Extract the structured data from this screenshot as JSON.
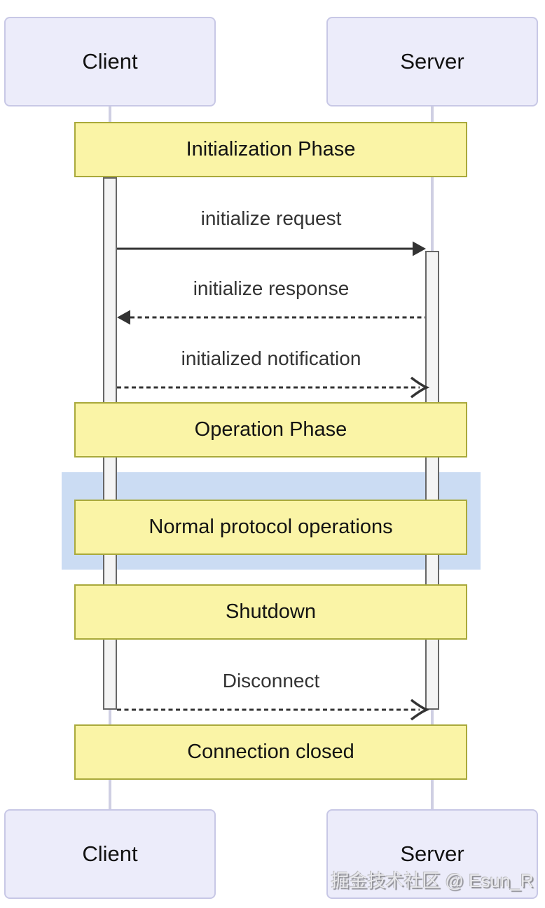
{
  "diagram": {
    "title_semantic": "MCP Client-Server lifecycle sequence diagram",
    "actors": {
      "client": "Client",
      "server": "Server"
    },
    "phases": [
      {
        "label": "Initialization Phase"
      },
      {
        "label": "Operation Phase"
      },
      {
        "label": "Normal protocol operations"
      },
      {
        "label": "Shutdown"
      },
      {
        "label": "Connection closed"
      }
    ],
    "messages": [
      {
        "label": "initialize request",
        "from": "Client",
        "to": "Server",
        "line": "solid",
        "arrowhead": "filled"
      },
      {
        "label": "initialize response",
        "from": "Server",
        "to": "Client",
        "line": "dashed",
        "arrowhead": "filled"
      },
      {
        "label": "initialized notification",
        "from": "Client",
        "to": "Server",
        "line": "dashed",
        "arrowhead": "open"
      },
      {
        "label": "Disconnect",
        "from": "Client",
        "to": "Server",
        "line": "dashed",
        "arrowhead": "open"
      }
    ],
    "watermark": "掘金技术社区 @ Esun_R",
    "colors": {
      "actor_fill": "#ECECFA",
      "actor_border": "#C8C8E6",
      "banner_fill": "#FAF4A6",
      "banner_border": "#A9A93B",
      "highlight_fill": "#CBDCF3",
      "lifeline": "#CFCFE3",
      "activation_fill": "#F4F4F4",
      "activation_border": "#666666",
      "arrow": "#333333"
    }
  }
}
